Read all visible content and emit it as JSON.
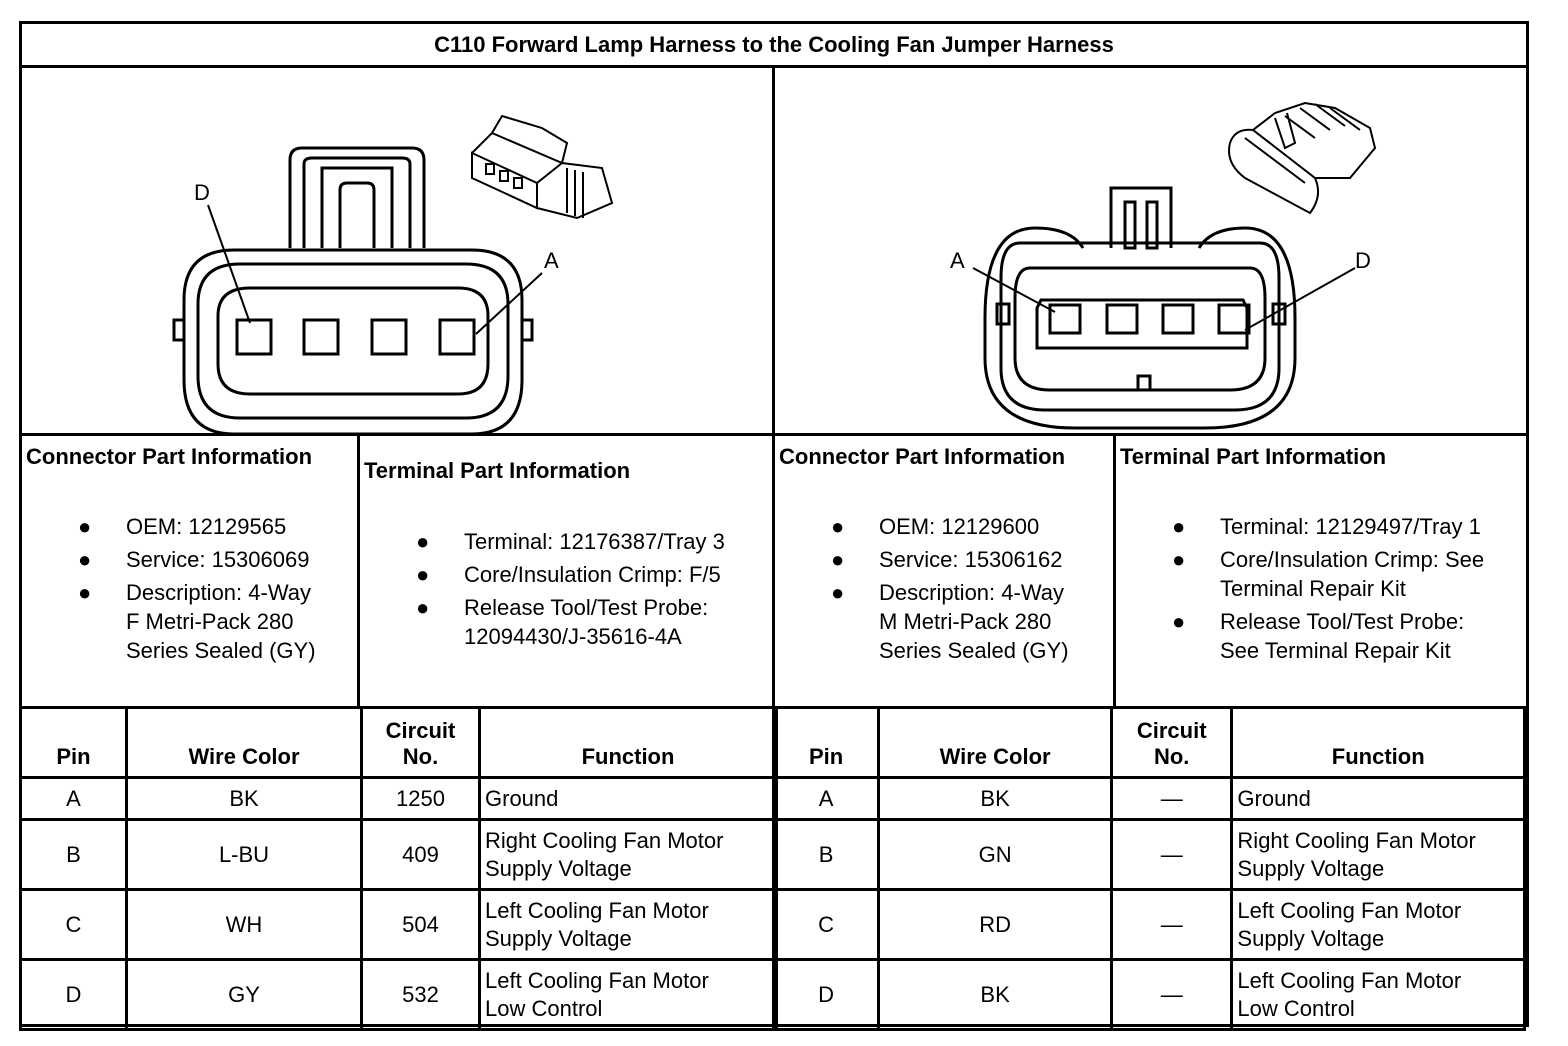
{
  "title": "C110 Forward Lamp Harness to the Cooling Fan Jumper Harness",
  "left_connector": {
    "pin_label_left": "D",
    "pin_label_right": "A",
    "connector_info": {
      "heading": "Connector Part Information",
      "items": [
        "OEM: 12129565",
        "Service: 15306069",
        "Description: 4-Way\nF Metri-Pack 280\nSeries Sealed (GY)"
      ]
    },
    "terminal_info": {
      "heading": "Terminal Part Information",
      "items": [
        "Terminal: 12176387/Tray 3",
        "Core/Insulation Crimp: F/5",
        "Release Tool/Test Probe:\n12094430/J-35616-4A"
      ]
    },
    "table": {
      "headers": [
        "Pin",
        "Wire Color",
        "Circuit\nNo.",
        "Function"
      ],
      "rows": [
        {
          "pin": "A",
          "color": "BK",
          "circuit": "1250",
          "function": "Ground"
        },
        {
          "pin": "B",
          "color": "L-BU",
          "circuit": "409",
          "function": "Right Cooling Fan Motor\nSupply Voltage"
        },
        {
          "pin": "C",
          "color": "WH",
          "circuit": "504",
          "function": "Left Cooling Fan Motor\nSupply Voltage"
        },
        {
          "pin": "D",
          "color": "GY",
          "circuit": "532",
          "function": "Left Cooling Fan Motor\nLow Control"
        }
      ]
    }
  },
  "right_connector": {
    "pin_label_left": "A",
    "pin_label_right": "D",
    "connector_info": {
      "heading": "Connector Part Information",
      "items": [
        "OEM: 12129600",
        "Service: 15306162",
        "Description: 4-Way\nM Metri-Pack 280\nSeries Sealed (GY)"
      ]
    },
    "terminal_info": {
      "heading": "Terminal Part Information",
      "items": [
        "Terminal: 12129497/Tray 1",
        "Core/Insulation Crimp: See\nTerminal Repair Kit",
        "Release Tool/Test Probe:\nSee Terminal Repair Kit"
      ]
    },
    "table": {
      "headers": [
        "Pin",
        "Wire Color",
        "Circuit\nNo.",
        "Function"
      ],
      "rows": [
        {
          "pin": "A",
          "color": "BK",
          "circuit": "—",
          "function": "Ground"
        },
        {
          "pin": "B",
          "color": "GN",
          "circuit": "—",
          "function": "Right Cooling Fan Motor\nSupply Voltage"
        },
        {
          "pin": "C",
          "color": "RD",
          "circuit": "—",
          "function": "Left Cooling Fan Motor\nSupply Voltage"
        },
        {
          "pin": "D",
          "color": "BK",
          "circuit": "—",
          "function": "Left Cooling Fan Motor\nLow Control"
        }
      ]
    }
  }
}
